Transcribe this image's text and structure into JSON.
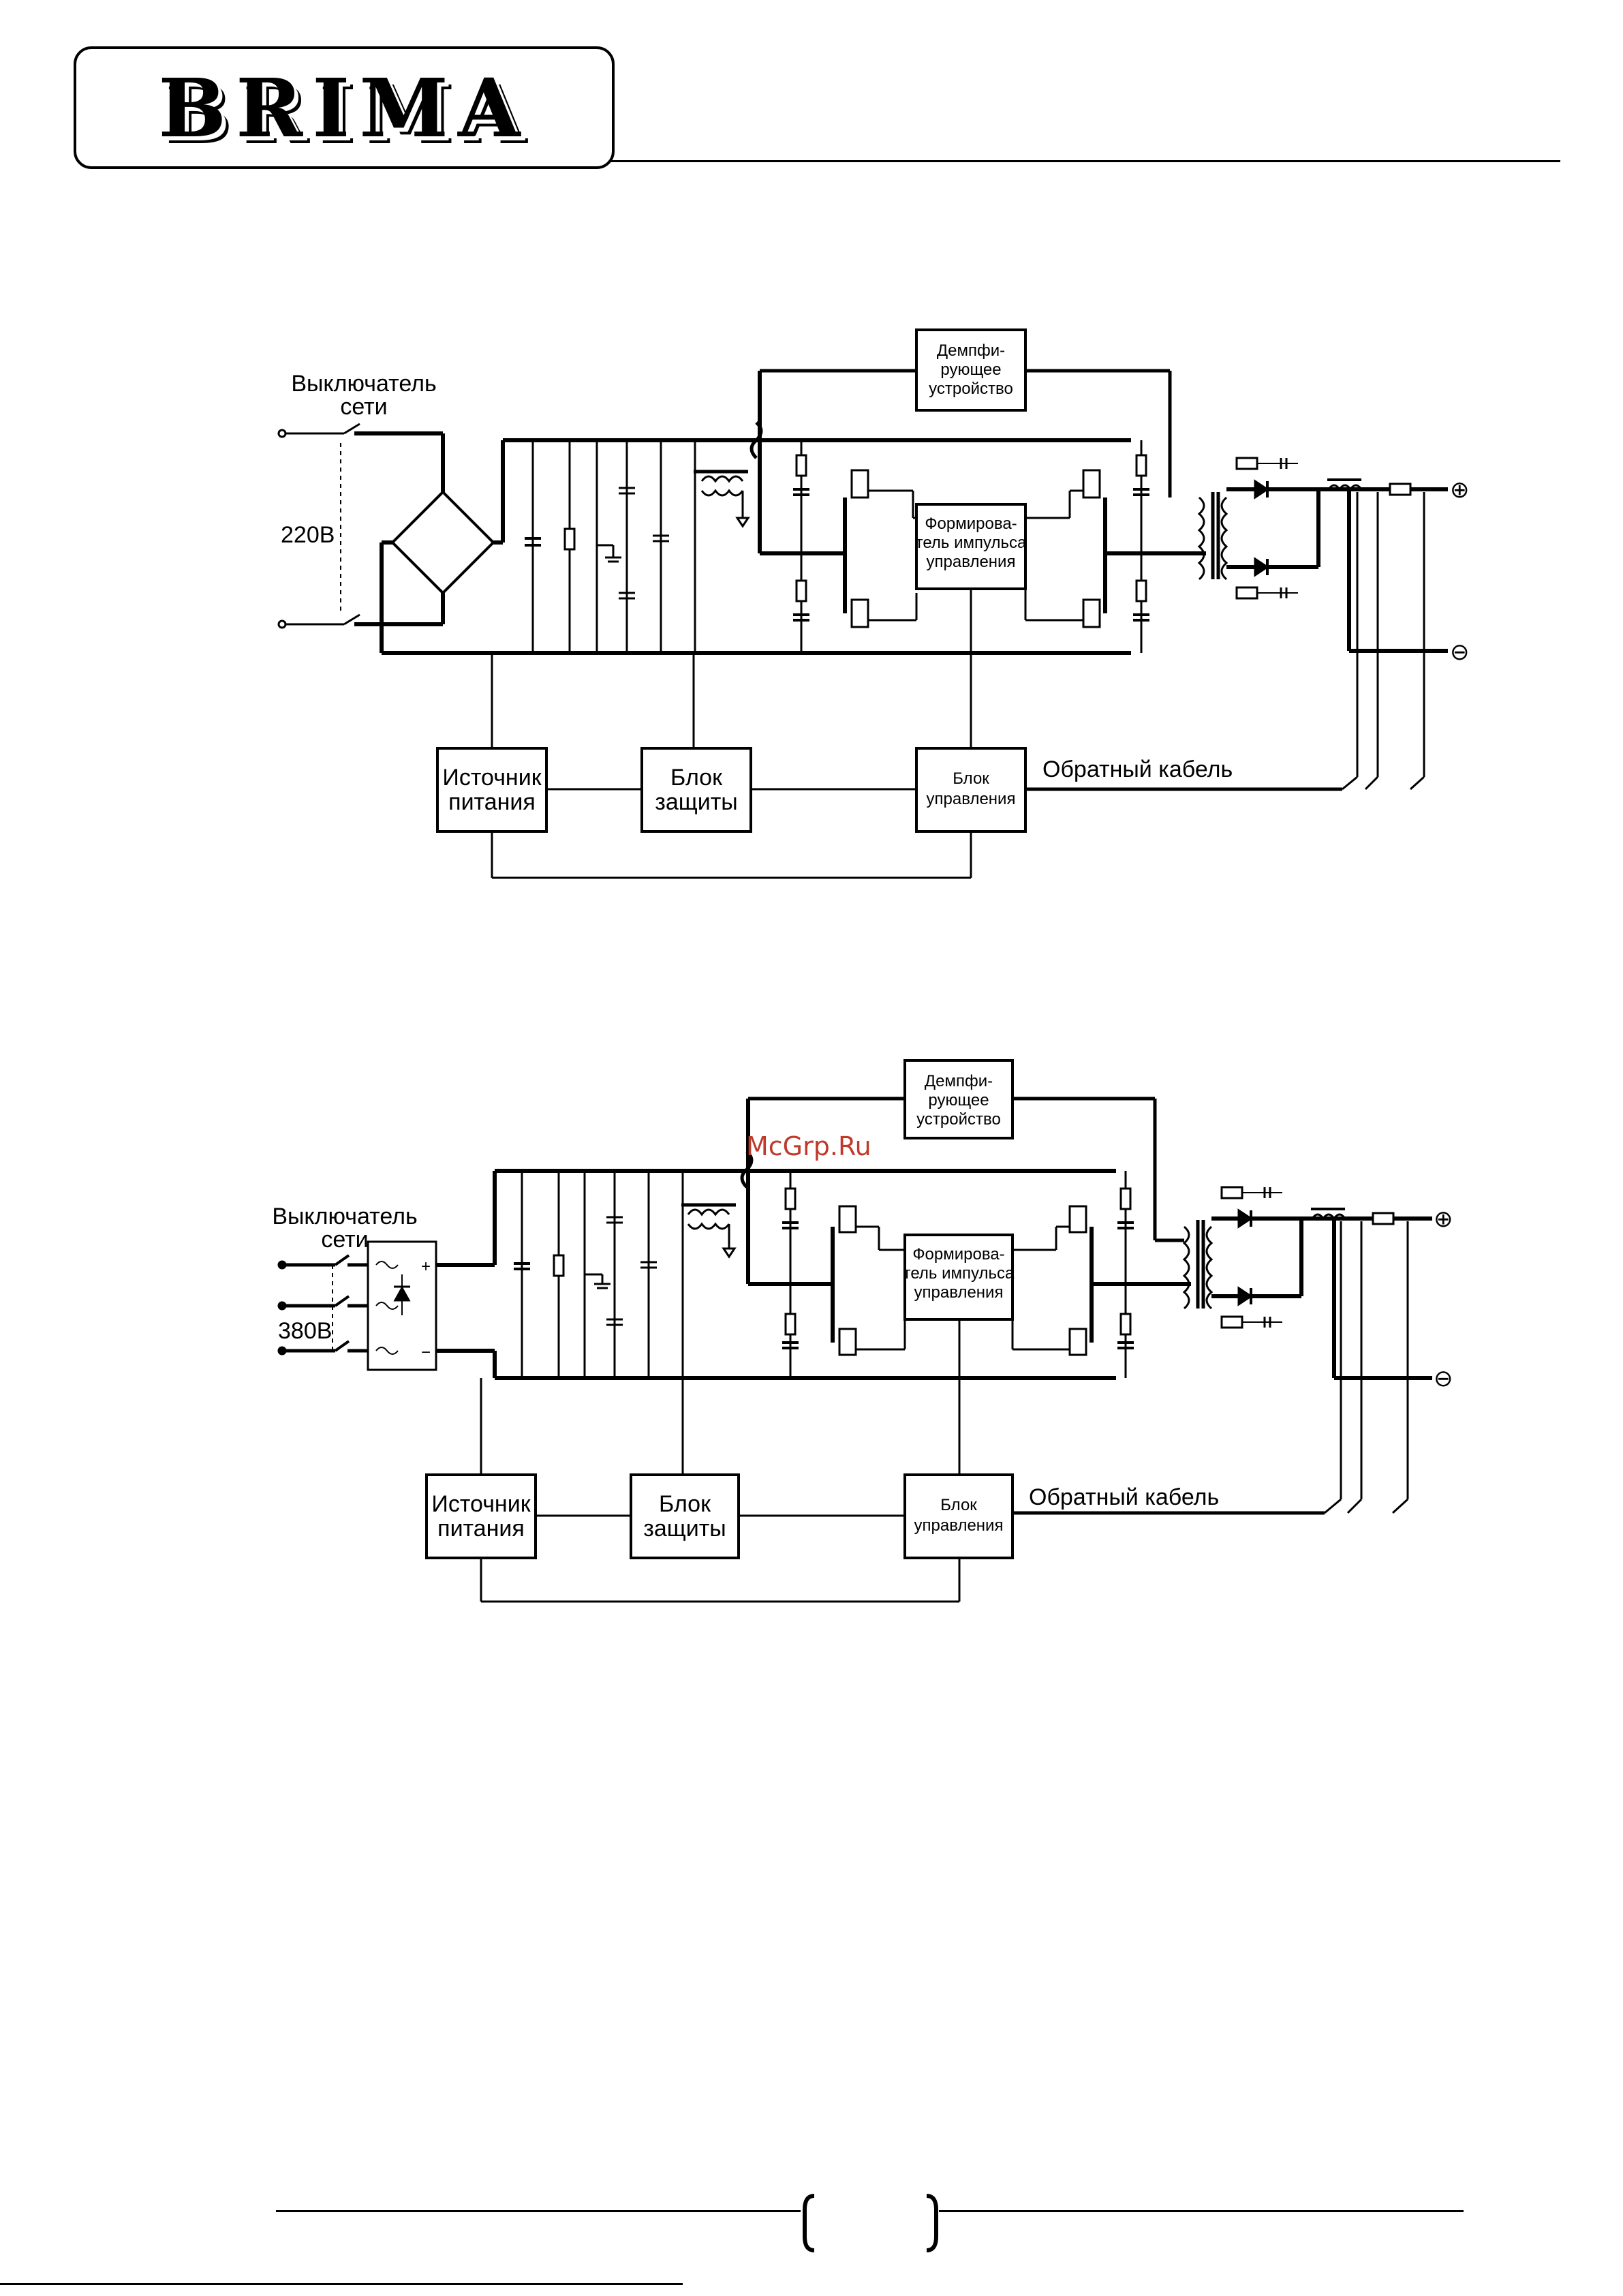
{
  "brand": {
    "logo_text": "BRIMA"
  },
  "watermark": "McGrp.Ru",
  "diagram_220": {
    "switch_label_1": "Выключатель",
    "switch_label_2": "сети",
    "voltage": "220В",
    "damper_1": "Демпфи-",
    "damper_2": "рующее",
    "damper_3": "устройство",
    "driver_1": "Формирова-",
    "driver_2": "тель импульса",
    "driver_3": "управления",
    "psu_1": "Источник",
    "psu_2": "питания",
    "protect_1": "Блок",
    "protect_2": "защиты",
    "control_1": "Блок",
    "control_2": "управления",
    "return_cable": "Обратный кабель",
    "plus": "⊕",
    "minus": "⊖"
  },
  "diagram_380": {
    "switch_label_1": "Выключатель",
    "switch_label_2": "сети",
    "voltage": "380В",
    "damper_1": "Демпфи-",
    "damper_2": "рующее",
    "damper_3": "устройство",
    "driver_1": "Формирова-",
    "driver_2": "тель импульса",
    "driver_3": "управления",
    "psu_1": "Источник",
    "psu_2": "питания",
    "protect_1": "Блок",
    "protect_2": "защиты",
    "control_1": "Блок",
    "control_2": "управления",
    "return_cable": "Обратный кабель",
    "plus": "⊕",
    "minus": "⊖",
    "bridge_plus": "+",
    "bridge_minus": "−"
  }
}
